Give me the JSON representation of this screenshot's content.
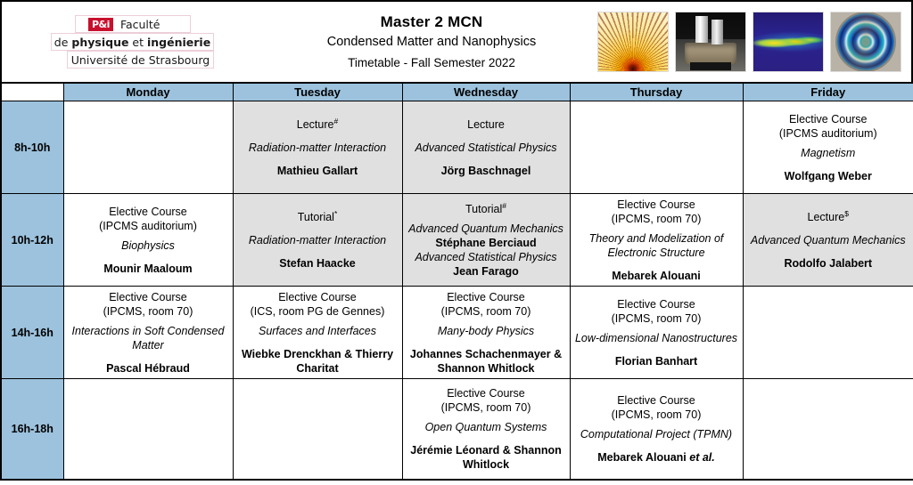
{
  "header": {
    "logo": {
      "badge": "P&i",
      "line1": "Faculté",
      "line2_a": "de ",
      "line2_b": "physique",
      "line2_c": " et ",
      "line2_d": "ingénierie",
      "line3": "Université de Strasbourg"
    },
    "title": "Master 2 MCN",
    "subtitle": "Condensed Matter and Nanophysics",
    "subtitle2": "Timetable - Fall Semester 2022",
    "images": [
      {
        "name": "yellow-radial-burst-photo"
      },
      {
        "name": "lab-instrument-photo"
      },
      {
        "name": "spectral-heatmap-photo"
      },
      {
        "name": "concentric-interference-rings-photo"
      }
    ]
  },
  "colors": {
    "header_blue": "#9cc2dd",
    "shaded_cell": "#e0e0e0",
    "grid_line": "#000000",
    "logo_red": "#c8102e"
  },
  "table": {
    "corner_label": "",
    "days": [
      "Monday",
      "Tuesday",
      "Wednesday",
      "Thursday",
      "Friday"
    ],
    "times": [
      "8h-10h",
      "10h-12h",
      "14h-16h",
      "16h-18h"
    ],
    "rows": [
      {
        "time": "8h-10h",
        "cells": [
          {
            "shaded": false,
            "empty": true
          },
          {
            "shaded": true,
            "empty": false,
            "kind": "Lecture",
            "marker": "#",
            "subject": "Radiation-matter Interaction",
            "teacher": "Mathieu Gallart"
          },
          {
            "shaded": true,
            "empty": false,
            "kind": "Lecture",
            "marker": "",
            "subject": "Advanced Statistical Physics",
            "teacher": "Jörg Baschnagel"
          },
          {
            "shaded": false,
            "empty": true
          },
          {
            "shaded": false,
            "empty": false,
            "kind": "Elective Course",
            "marker": "",
            "room": "(IPCMS auditorium)",
            "subject": "Magnetism",
            "teacher": "Wolfgang Weber"
          }
        ]
      },
      {
        "time": "10h-12h",
        "cells": [
          {
            "shaded": false,
            "empty": false,
            "kind": "Elective Course",
            "marker": "",
            "room": "(IPCMS auditorium)",
            "subject": "Biophysics",
            "teacher": "Mounir Maaloum"
          },
          {
            "shaded": true,
            "empty": false,
            "kind": "Tutorial",
            "marker": "*",
            "subject": "Radiation-matter Interaction",
            "teacher": "Stefan Haacke"
          },
          {
            "shaded": true,
            "empty": false,
            "kind": "Tutorial",
            "marker": "#",
            "subject": "Advanced Quantum Mechanics",
            "teacher": "Stéphane Berciaud",
            "subject2": "Advanced Statistical Physics",
            "teacher2": "Jean Farago"
          },
          {
            "shaded": false,
            "empty": false,
            "kind": "Elective Course",
            "marker": "",
            "room": "(IPCMS, room 70)",
            "subject": "Theory and Modelization of Electronic Structure",
            "teacher": "Mebarek Alouani"
          },
          {
            "shaded": true,
            "empty": false,
            "kind": "Lecture",
            "marker": "$",
            "subject": "Advanced Quantum Mechanics",
            "teacher": "Rodolfo Jalabert"
          }
        ]
      },
      {
        "time": "14h-16h",
        "cells": [
          {
            "shaded": false,
            "empty": false,
            "kind": "Elective Course",
            "marker": "",
            "room": "(IPCMS, room 70)",
            "subject": "Interactions in Soft Condensed Matter",
            "teacher": "Pascal Hébraud"
          },
          {
            "shaded": false,
            "empty": false,
            "kind": "Elective Course",
            "marker": "",
            "room": "(ICS, room PG de Gennes)",
            "subject": "Surfaces and Interfaces",
            "teacher": "Wiebke Drenckhan & Thierry Charitat"
          },
          {
            "shaded": false,
            "empty": false,
            "kind": "Elective Course",
            "marker": "",
            "room": "(IPCMS, room 70)",
            "subject": "Many-body Physics",
            "teacher": "Johannes Schachenmayer & Shannon Whitlock"
          },
          {
            "shaded": false,
            "empty": false,
            "kind": "Elective Course",
            "marker": "",
            "room": "(IPCMS, room 70)",
            "subject": "Low-dimensional Nanostructures",
            "teacher": "Florian Banhart"
          },
          {
            "shaded": false,
            "empty": true
          }
        ]
      },
      {
        "time": "16h-18h",
        "cells": [
          {
            "shaded": false,
            "empty": true
          },
          {
            "shaded": false,
            "empty": true
          },
          {
            "shaded": false,
            "empty": false,
            "kind": "Elective Course",
            "marker": "",
            "room": "(IPCMS, room 70)",
            "subject": "Open Quantum Systems",
            "teacher": "Jérémie Léonard & Shannon Whitlock"
          },
          {
            "shaded": false,
            "empty": false,
            "kind": "Elective Course",
            "marker": "",
            "room": "(IPCMS, room 70)",
            "subject": "Computational Project (TPMN)",
            "teacher": "Mebarek Alouani ",
            "teacher_italic": "et al."
          },
          {
            "shaded": false,
            "empty": true
          }
        ]
      }
    ]
  }
}
